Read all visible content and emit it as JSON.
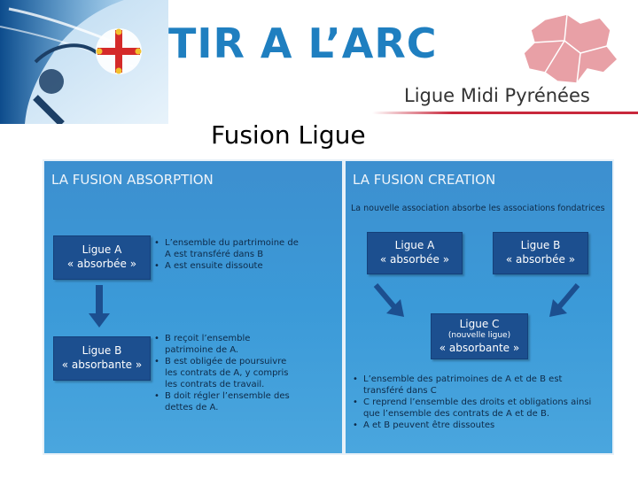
{
  "banner": {
    "brand_title": "TIR A L’ARC",
    "ligue_name": "Ligue Midi Pyrénées",
    "colors": {
      "brand_blue": "#1f7fc0",
      "map_pink": "#e8a0a6",
      "cross_red": "#d42a2a",
      "cross_gold": "#f2c12e"
    }
  },
  "slide_title": "Fusion Ligue",
  "absorption": {
    "heading": "LA FUSION ABSORPTION",
    "box_a": {
      "title": "Ligue A",
      "role": "« absorbée »"
    },
    "box_b": {
      "title": "Ligue B",
      "role": "« absorbante »"
    },
    "bullets_a": [
      "L’ensemble du partrimoine de",
      "A est transféré dans B",
      "A est ensuite dissoute"
    ],
    "bullets_b": [
      "B reçoit l’ensemble",
      "patrimoine de A.",
      "B est obligée de poursuivre",
      "les contrats de A, y compris",
      "les contrats de travail.",
      "B doit régler l’ensemble des",
      "dettes de A."
    ]
  },
  "creation": {
    "heading": "LA FUSION CREATION",
    "subtitle": "La nouvelle association absorbe les associations fondatrices",
    "box_a": {
      "title": "Ligue A",
      "role": "« absorbée »"
    },
    "box_b": {
      "title": "Ligue B",
      "role": "« absorbée »"
    },
    "box_c": {
      "title": "Ligue C",
      "note": "(nouvelle ligue)",
      "role": "« absorbante »"
    },
    "bullets": [
      "L’ensemble des patrimoines de A et de B est",
      "transféré dans C",
      "C reprend l’ensemble des droits et obligations ainsi",
      "que l’ensemble des contrats de A et de B.",
      "A et B peuvent être dissoutes"
    ]
  }
}
